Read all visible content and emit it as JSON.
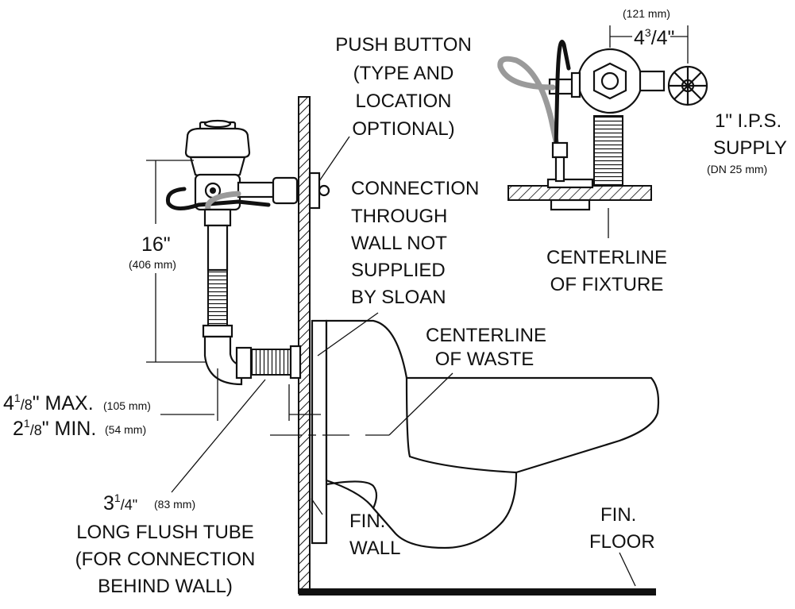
{
  "labels": {
    "push_button": [
      "PUSH BUTTON",
      "(TYPE AND",
      "LOCATION",
      "OPTIONAL)"
    ],
    "connection": [
      "CONNECTION",
      "THROUGH",
      "WALL NOT",
      "SUPPLIED",
      "BY SLOAN"
    ],
    "centerline_waste": [
      "CENTERLINE",
      "OF WASTE"
    ],
    "centerline_fixture": [
      "CENTERLINE",
      "OF FIXTURE"
    ],
    "supply": [
      "1\" I.P.S.",
      "SUPPLY",
      "(DN  25 mm)"
    ],
    "flush_tube": [
      "LONG FLUSH TUBE",
      "(FOR CONNECTION",
      "BEHIND WALL)"
    ],
    "fin_wall": [
      "FIN.",
      "WALL"
    ],
    "fin_floor": [
      "FIN.",
      "FLOOR"
    ]
  },
  "dimensions": {
    "height": {
      "value": "16\"",
      "metric": "(406 mm)"
    },
    "width_top": {
      "value": "4",
      "superscript": "3",
      "fraction": "/4\"",
      "metric": "(121 mm)"
    },
    "max": {
      "whole": "4",
      "num": "1",
      "den": "/8",
      "suffix": "\" MAX.",
      "metric": "(105 mm)"
    },
    "min": {
      "whole": "2",
      "num": "1",
      "den": "/8",
      "suffix": "\" MIN.",
      "metric": "(54 mm)"
    },
    "tube": {
      "whole": "3",
      "num": "1",
      "den": "/4\"",
      "metric": "(83 mm)"
    }
  }
}
